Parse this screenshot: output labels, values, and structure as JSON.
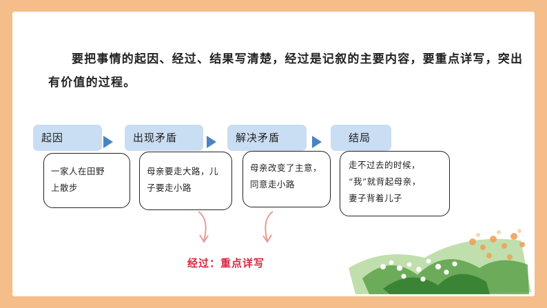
{
  "intro": {
    "text": "要把事情的起因、经过、结果写清楚，经过是记叙的主要内容，要重点详写，突出有价值的过程。"
  },
  "stages": [
    {
      "label": "起因"
    },
    {
      "label": "出现矛盾"
    },
    {
      "label": "解决矛盾"
    },
    {
      "label": "结局"
    }
  ],
  "boxes": [
    {
      "lines": [
        "一家人在田野",
        "上散步"
      ]
    },
    {
      "lines": [
        "母亲要走大路，儿",
        "子要走小路"
      ]
    },
    {
      "lines": [
        "母亲改变了主意，",
        "同意走小路"
      ]
    },
    {
      "lines": [
        "走不过去的时候，",
        "“我”就背起母亲，",
        "妻子背着儿子"
      ]
    }
  ],
  "summary": {
    "text": "经过：重点详写"
  },
  "colors": {
    "frame": "#f5bd8a",
    "stage_fill": "#c9ddf3",
    "arrow": "#4a83c4",
    "curve": "#e89a95",
    "summary": "#d7263d"
  }
}
